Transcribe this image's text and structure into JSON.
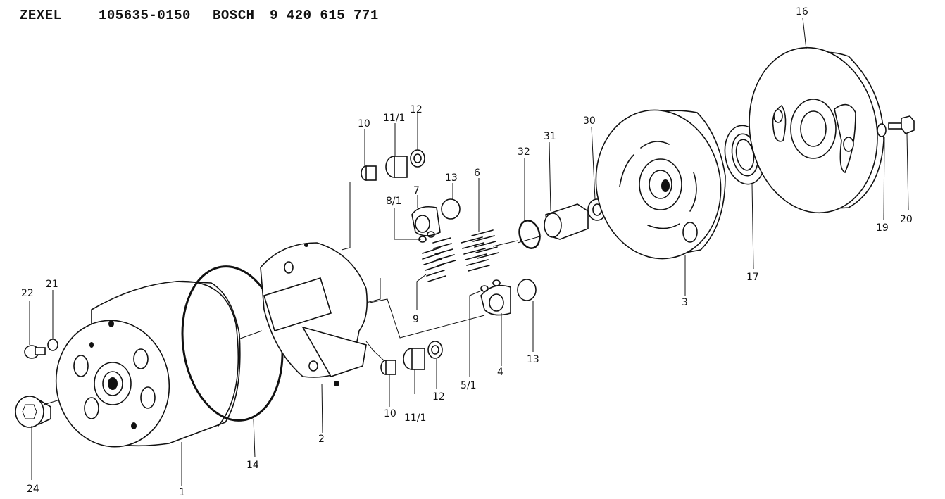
{
  "header": {
    "brand1": "ZEXEL",
    "part1": "105635-0150",
    "brand2": "BOSCH",
    "part2": "9 420 615 771"
  },
  "callouts": [
    {
      "id": "c24",
      "text": "24"
    },
    {
      "id": "c22",
      "text": "22"
    },
    {
      "id": "c21",
      "text": "21"
    },
    {
      "id": "c1",
      "text": "1"
    },
    {
      "id": "c14",
      "text": "14"
    },
    {
      "id": "c2",
      "text": "2"
    },
    {
      "id": "c10a",
      "text": "10"
    },
    {
      "id": "c11a",
      "text": "11/1"
    },
    {
      "id": "c12a",
      "text": "12"
    },
    {
      "id": "c10b",
      "text": "10"
    },
    {
      "id": "c11b",
      "text": "11/1"
    },
    {
      "id": "c12b",
      "text": "12"
    },
    {
      "id": "c8",
      "text": "8/1"
    },
    {
      "id": "c7",
      "text": "7"
    },
    {
      "id": "c13a",
      "text": "13"
    },
    {
      "id": "c6",
      "text": "6"
    },
    {
      "id": "c9",
      "text": "9"
    },
    {
      "id": "c5",
      "text": "5/1"
    },
    {
      "id": "c4",
      "text": "4"
    },
    {
      "id": "c13b",
      "text": "13"
    },
    {
      "id": "c32",
      "text": "32"
    },
    {
      "id": "c31",
      "text": "31"
    },
    {
      "id": "c30",
      "text": "30"
    },
    {
      "id": "c3",
      "text": "3"
    },
    {
      "id": "c17",
      "text": "17"
    },
    {
      "id": "c16",
      "text": "16"
    },
    {
      "id": "c19",
      "text": "19"
    },
    {
      "id": "c20",
      "text": "20"
    }
  ]
}
